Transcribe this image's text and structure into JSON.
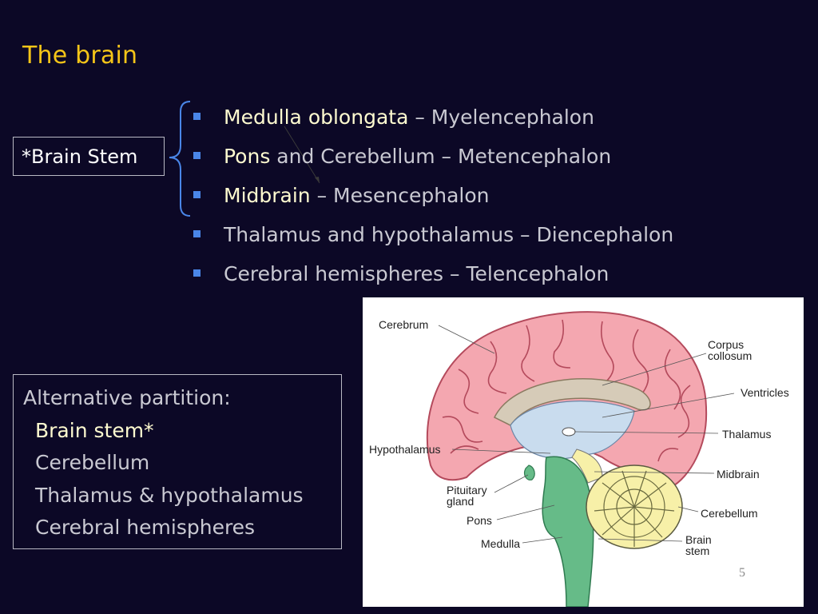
{
  "slide": {
    "title": "The brain",
    "brain_stem_label": "*Brain Stem",
    "bullets": [
      {
        "highlight": "Medulla oblongata",
        "rest": " – Myelencephalon"
      },
      {
        "highlight": "Pons",
        "rest": " and Cerebellum – Metencephalon"
      },
      {
        "highlight": "Midbrain",
        "rest": " – Mesencephalon"
      },
      {
        "highlight": "",
        "rest": "Thalamus and hypothalamus – Diencephalon"
      },
      {
        "highlight": "",
        "rest": "Cerebral hemispheres – Telencephalon"
      }
    ],
    "alternative": {
      "heading": "Alternative partition:",
      "items": [
        "Brain stem*",
        "Cerebellum",
        "Thalamus & hypothalamus",
        "Cerebral hemispheres"
      ]
    },
    "page_number": "5"
  },
  "diagram": {
    "labels": {
      "cerebrum": "Cerebrum",
      "corpus_1": "Corpus",
      "corpus_2": "collosum",
      "ventricles": "Ventricles",
      "thalamus": "Thalamus",
      "hypothalamus": "Hypothalamus",
      "midbrain": "Midbrain",
      "pituitary_1": "Pituitary",
      "pituitary_2": "gland",
      "cerebellum": "Cerebellum",
      "pons": "Pons",
      "medulla": "Medulla",
      "brainstem_1": "Brain",
      "brainstem_2": "stem"
    }
  },
  "colors": {
    "background": "#0c0826",
    "title": "#f5c518",
    "highlight": "#fffbd0",
    "text": "#c9c9d2",
    "bullet": "#4a86e8",
    "brace": "#4a86e8",
    "cerebrum": "#f4a7b0",
    "brainstem": "#66bb88",
    "cerebellum": "#f7f0a8",
    "ventricle": "#c9dcee"
  }
}
